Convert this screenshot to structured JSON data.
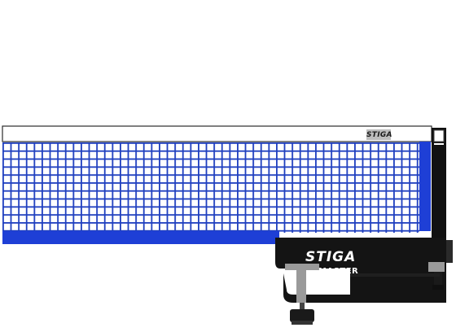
{
  "product": {
    "net_tag_text": "STIGA",
    "clamp_brand_text": "STIGA",
    "clamp_model_text": "MASTER"
  },
  "colors": {
    "mesh_blue": "#1f3fbf",
    "tape_white": "#ffffff",
    "tape_outline": "#2b2b2b",
    "bottom_band": "#1e3fd6",
    "side_band": "#1e3fd6",
    "clamp_body": "#141414",
    "post": "#111111",
    "tag_grey": "#bdbdbd"
  }
}
